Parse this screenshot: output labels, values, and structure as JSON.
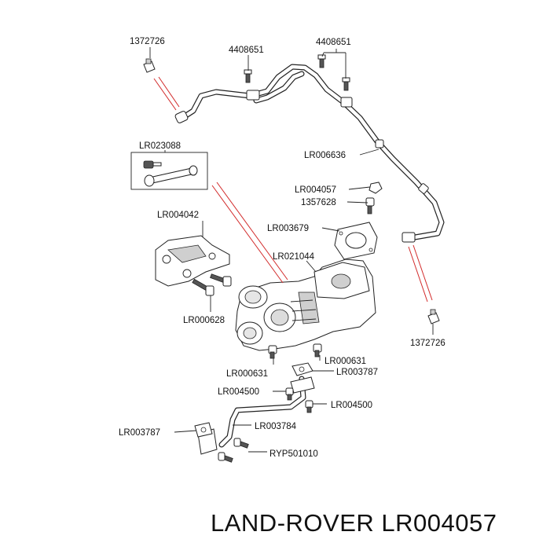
{
  "diagram": {
    "caption": "LAND-ROVER LR004057",
    "labels": {
      "clip_top": "1372726",
      "stud_left": "4408651",
      "stud_right": "4408651",
      "bolt_kit": "LR023088",
      "oil_feed_pipe": "LR006636",
      "banjo_bolt": "LR004057",
      "sealing_washer": "1357628",
      "gasket_outlet": "LR003679",
      "bracket": "LR004042",
      "turbocharger": "LR021044",
      "bracket_bolt": "LR000628",
      "clip_right": "1372726",
      "nut_right": "LR000631",
      "nut_left": "LR000631",
      "drain_gasket_top": "LR003787",
      "drain_bolt_left": "LR004500",
      "drain_bolt_right": "LR004500",
      "drain_gasket_bottom": "LR003787",
      "drain_pipe": "LR003784",
      "drain_screw": "RYP501010"
    },
    "colors": {
      "ink": "#111111",
      "leader_red": "#d22a2a",
      "part_fill": "#ffffff",
      "shade": "#cfcfcf"
    }
  }
}
